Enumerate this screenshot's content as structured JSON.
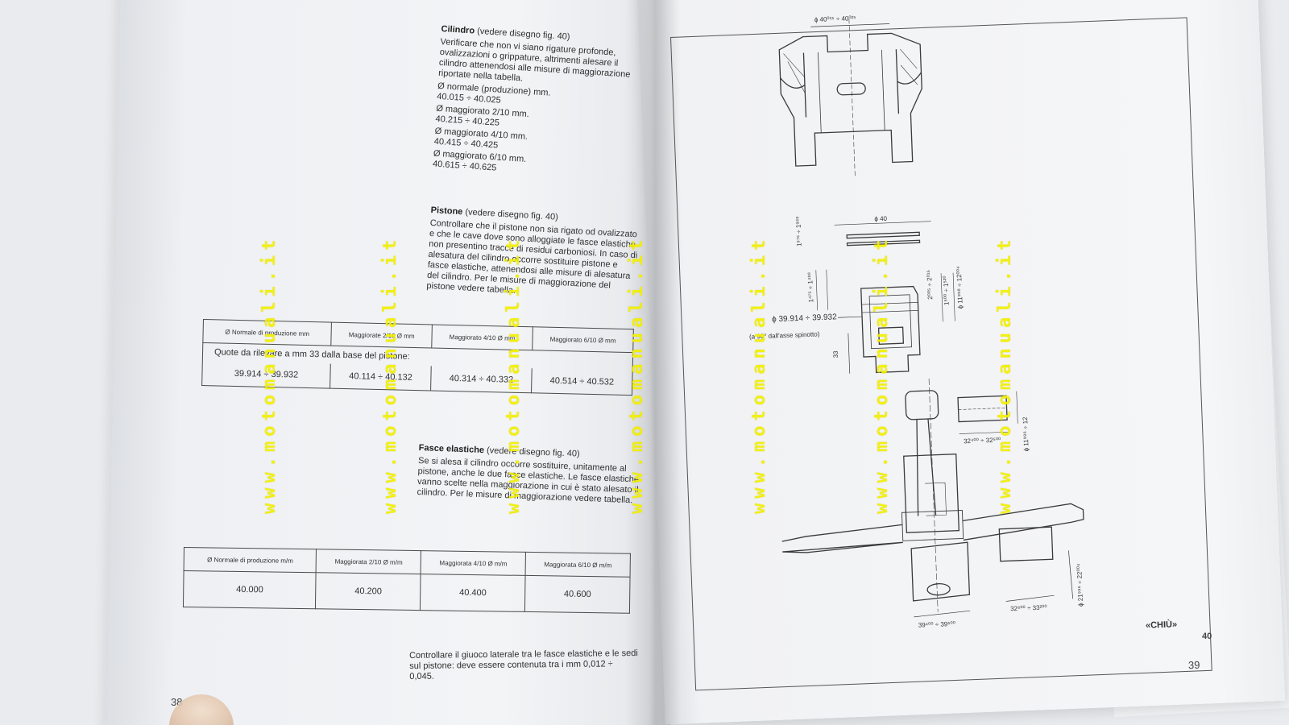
{
  "left_page": {
    "cilindro": {
      "title": "Cilindro",
      "ref": "(vedere disegno fig. 40)",
      "body": "Verificare che non vi siano rigature profonde, ovalizzazioni o grippature, altrimenti alesare il cilindro attenendosi alle misure di maggiorazione riportate nella tabella.",
      "measures": [
        {
          "label": "Ø normale (produzione) mm.",
          "value": "40.015 ÷ 40.025"
        },
        {
          "label": "Ø maggiorato 2/10 mm.",
          "value": "40.215 ÷ 40.225"
        },
        {
          "label": "Ø maggiorato 4/10 mm.",
          "value": "40.415 ÷ 40.425"
        },
        {
          "label": "Ø maggiorato 6/10 mm.",
          "value": "40.615 ÷ 40.625"
        }
      ]
    },
    "pistone": {
      "title": "Pistone",
      "ref": "(vedere disegno fig. 40)",
      "body": "Controllare che il pistone non sia rigato od ovalizzato e che le cave dove sono alloggiate le fasce elastiche non presentino tracce di residui carboniosi. In caso di alesatura del cilindro occorre sostituire pistone e fasce elastiche, attenendosi alle misure di alesatura del cilindro. Per le misure di maggiorazione del pistone vedere tabella."
    },
    "table_pistone": {
      "headers": [
        "Ø Normale di produzione mm",
        "Maggiorate 2/10 Ø mm",
        "Maggiorato 4/10 Ø mm",
        "Maggiorato 6/10 Ø mm"
      ],
      "note": "Quote da rilevare a mm 33 dalla base del pistone:",
      "values": [
        "39.914 ÷ 39.932",
        "40.114 ÷ 40.132",
        "40.314 ÷ 40.332",
        "40.514 ÷ 40.532"
      ]
    },
    "fasce": {
      "title": "Fasce elastiche",
      "ref": "(vedere disegno fig. 40)",
      "body": "Se si alesa il cilindro occorre sostituire, unitamente al pistone, anche le due fasce elastiche. Le fasce elastiche vanno scelte nella maggiorazione in cui è stato alesato il cilindro. Per le misure di maggiorazione vedere tabella."
    },
    "table_fasce": {
      "headers": [
        "Ø Normale di produzione m/m",
        "Maggiorata 2/10 Ø m/m",
        "Maggiorata 4/10 Ø m/m",
        "Maggiorata 6/10 Ø m/m"
      ],
      "values": [
        "40.000",
        "40.200",
        "40.400",
        "40.600"
      ]
    },
    "giuoco": "Controllare il giuoco laterale tra le fasce elastiche e le sedi sul pistone: deve essere contenuta tra i mm 0,012 ÷ 0,045.",
    "page_number": "38"
  },
  "right_page": {
    "dims": {
      "cyl_bore": "ϕ 40⁰¹⁵ ÷ 40⁰²⁵",
      "ring_dia": "ϕ 40",
      "ring_h1": "1⁹⁷⁶ ÷ 1⁹⁸⁸",
      "ring_h2": "1⁴⁷⁵ ÷ 1⁴⁸⁸",
      "groove1": "2⁰⁰⁵ ÷ 2⁰¹⁵",
      "groove2": "1⁵⁰⁰ ÷ 1⁵²⁰",
      "pin_bore": "ϕ 11⁹⁹⁸ ÷ 12⁰⁰⁴",
      "piston_dia": "ϕ 39.914 ÷ 39.932",
      "height_33": "33",
      "pin_len": "32⁴⁰⁰ ÷ 32⁵⁰⁰",
      "pin_dia": "ϕ 11⁹⁹⁶ ÷ 12",
      "web_width": "39⁴⁰⁰ ÷ 39⁵⁰⁰",
      "wheel_len": "32⁸⁰⁰ ÷ 33²⁰⁰",
      "shaft_dia": "ϕ 21⁹⁹⁶ ÷ 22⁰⁰⁴"
    },
    "spinotto_note": "(a 90° dall'asse spinotto)",
    "caption": "«CHIÙ»",
    "figure_number": "40",
    "page_number": "39"
  },
  "watermark": "www.motomanuali.it"
}
